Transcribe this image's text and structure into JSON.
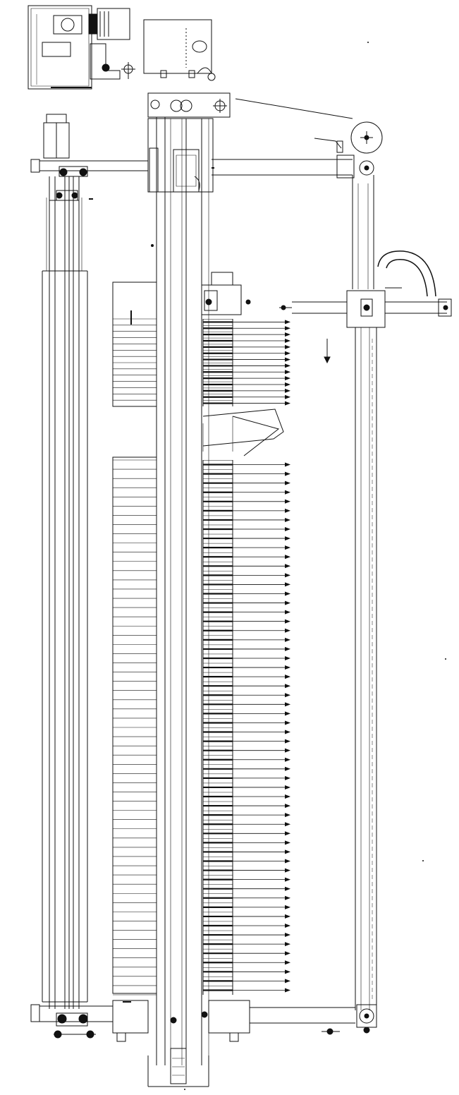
{
  "drawing": {
    "kind": "technical line drawing",
    "colors": {
      "ink": "#111111",
      "paper": "#ffffff"
    },
    "upper_plate_pack_count": 14,
    "lower_plate_pack_count": 58
  }
}
